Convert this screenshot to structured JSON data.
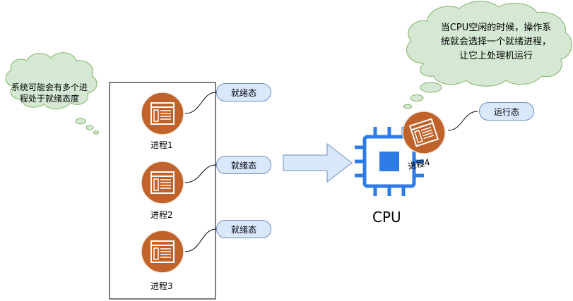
{
  "left_cloud": {
    "line1": "系统可能会有多个进",
    "line2": "程处于就绪态度"
  },
  "right_cloud": {
    "line1": "当CPU空闲的时候，操作系",
    "line2": "统就会选择一个就绪进程，",
    "line3": "让它上处理机运行"
  },
  "processes": [
    {
      "label": "进程1",
      "state": "就绪态"
    },
    {
      "label": "进程2",
      "state": "就绪态"
    },
    {
      "label": "进程3",
      "state": "就绪态"
    }
  ],
  "running": {
    "label": "进程4",
    "state": "运行态"
  },
  "cpu": {
    "label": "CPU"
  },
  "colors": {
    "process_fill": "#c0622a",
    "process_border": "#e8e8e8",
    "state_fill": "#dae8fc",
    "state_border": "#6c8ebf",
    "cloud_fill": "#d5e8d4",
    "cloud_border": "#82b366",
    "cpu_blue": "#2e7be8",
    "arrow_fill": "#dae8fc"
  }
}
